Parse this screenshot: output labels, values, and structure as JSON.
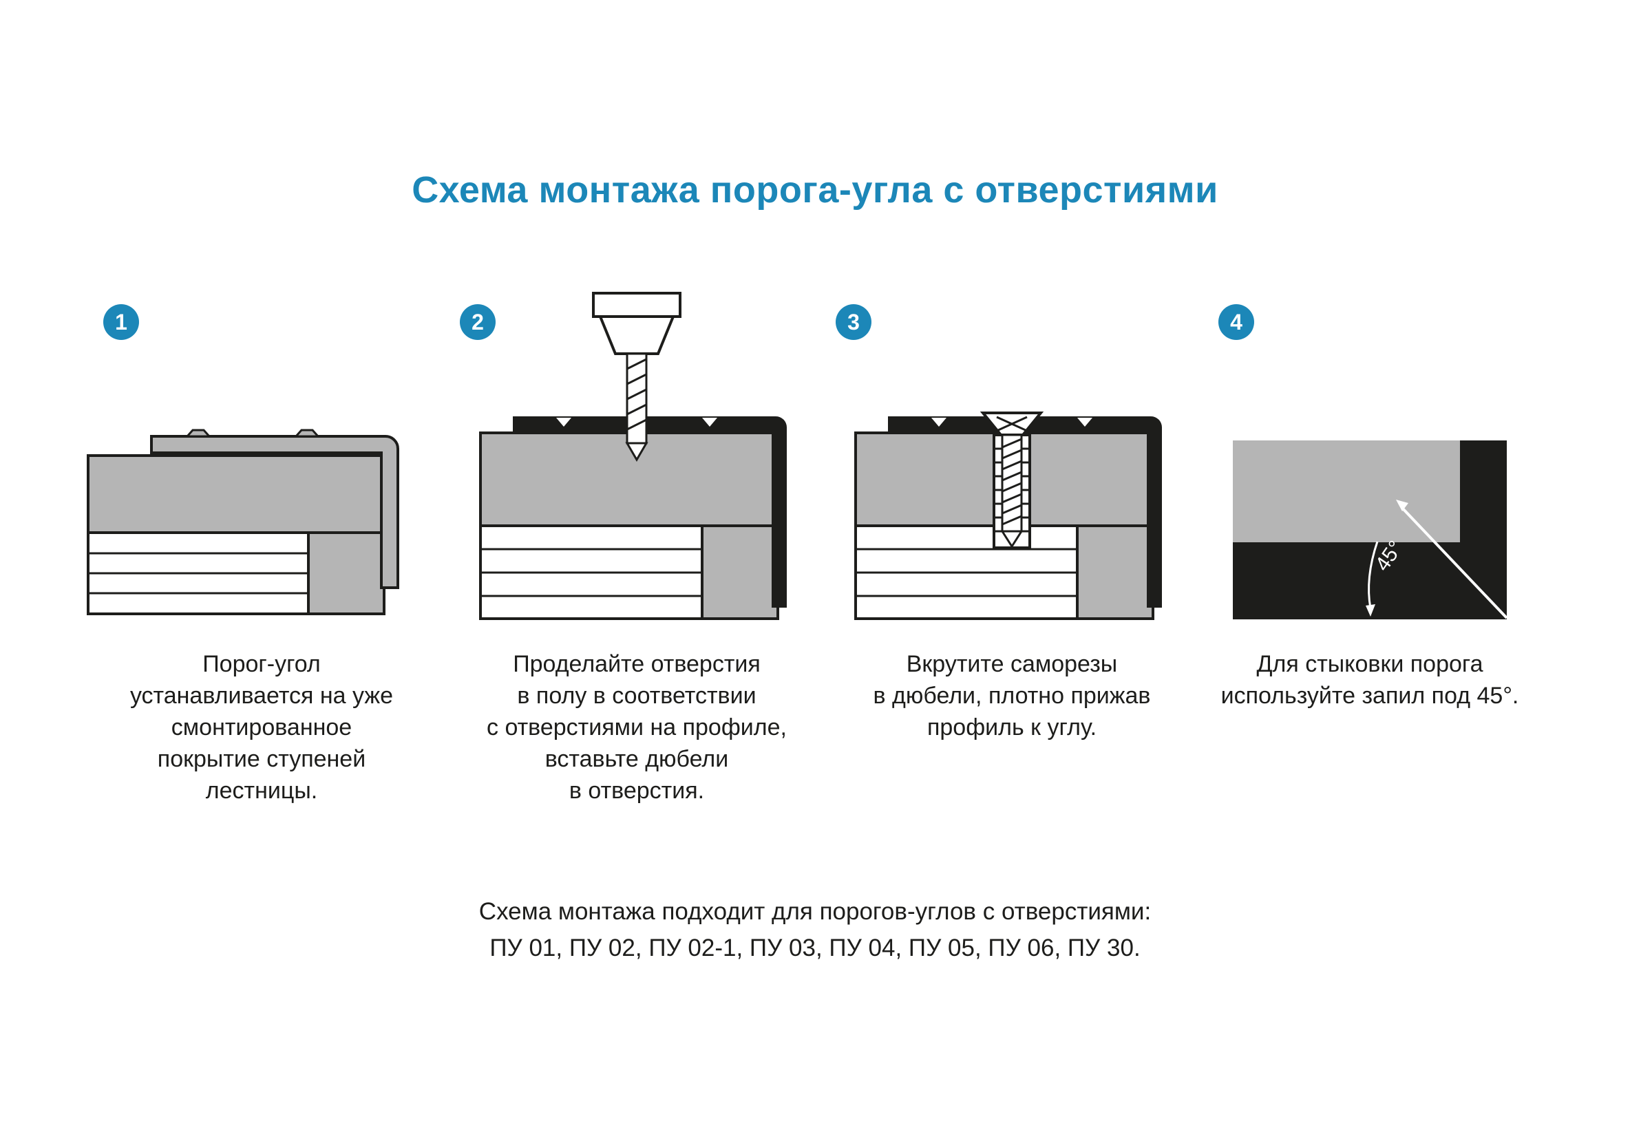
{
  "title": "Схема монтажа порога-угла с отверстиями",
  "steps": [
    {
      "number": "1",
      "caption": "Порог-угол\nустанавливается на уже\nсмонтированное\nпокрытие ступеней\nлестницы."
    },
    {
      "number": "2",
      "caption": "Проделайте отверстия\nв полу в соответствии\nс отверстиями на профиле,\nвставьте дюбели\nв отверстия."
    },
    {
      "number": "3",
      "caption": "Вкрутите саморезы\nв дюбели, плотно прижав\nпрофиль к углу."
    },
    {
      "number": "4",
      "caption": "Для стыковки порога\nиспользуйте запил под 45°.",
      "angle_label": "45°"
    }
  ],
  "footer": "Схема монтажа подходит для порогов-углов с отверстиями:\nПУ 01, ПУ 02, ПУ 02-1, ПУ 03, ПУ 04, ПУ 05, ПУ 06, ПУ 30.",
  "colors": {
    "accent": "#1c87b8",
    "diagram_dark": "#1d1d1b",
    "diagram_gray": "#b5b5b5",
    "text": "#1d1d1b",
    "background": "#ffffff"
  }
}
